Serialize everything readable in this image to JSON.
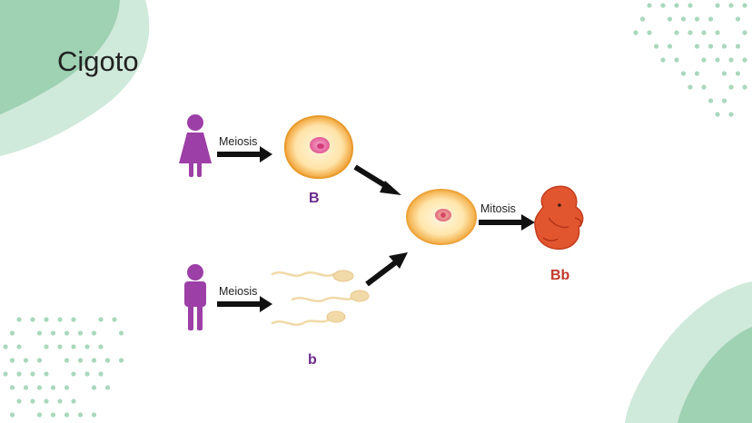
{
  "slide": {
    "title": "Cigoto",
    "arrows": {
      "female_meiosis": "Meiosis",
      "male_meiosis": "Meiosis",
      "zygote_mitosis": "Mitosis"
    },
    "alleles": {
      "egg": "B",
      "sperm": "b",
      "embryo": "Bb"
    }
  },
  "colors": {
    "accent_green": "#bfe3cf",
    "dots": "#a9d8bd",
    "figure_purple": "#9c3fa6",
    "allele_purple": "#6a2a8c",
    "embryo_red": "#c0392b",
    "egg_orange": "#f0a53a",
    "sperm_cream": "#f1d9a8"
  },
  "icons": [
    "female-figure-icon",
    "male-figure-icon",
    "egg-cell-icon",
    "sperm-cell-icon",
    "zygote-cell-icon",
    "embryo-icon"
  ]
}
